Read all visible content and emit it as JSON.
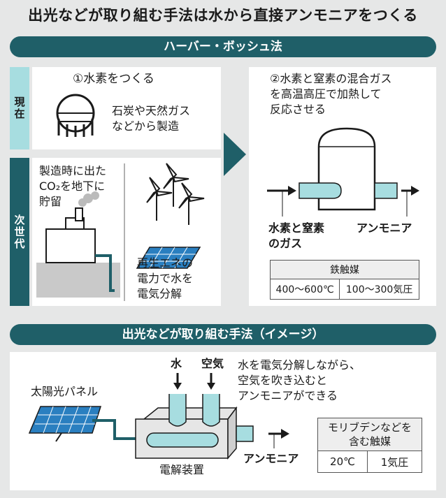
{
  "title": "出光などが取り組む手法は水から直接アンモニアをつくる",
  "top_banner": "ハーバー・ボッシュ法",
  "bottom_banner": "出光などが取り組む手法（イメージ）",
  "rows": {
    "current": "現在",
    "next": "次世代"
  },
  "step1": {
    "heading": "①水素をつくる",
    "text_line1": "石炭や天然ガス",
    "text_line2": "などから製造"
  },
  "next_gen": {
    "ccs_line1": "製造時に出た",
    "ccs_line2": "CO₂を地下に",
    "ccs_line3": "貯留",
    "renew_line1": "再生エネの",
    "renew_line2": "電力で水を",
    "renew_line3": "電気分解"
  },
  "step2": {
    "line1": "②水素と窒素の混合ガス",
    "line2": "を高温高圧で加熱して",
    "line3": "反応させる",
    "input_line1": "水素と窒素",
    "input_line2": "のガス",
    "output": "アンモニア"
  },
  "catalyst_hb": {
    "header": "鉄触媒",
    "temp": "400〜600℃",
    "pressure": "100〜300気圧"
  },
  "new_method": {
    "panel_label": "太陽光パネル",
    "water": "水",
    "air": "空気",
    "desc_line1": "水を電気分解しながら、",
    "desc_line2": "空気を吹き込むと",
    "desc_line3": "アンモニアができる",
    "device": "電解装置",
    "output": "アンモニア"
  },
  "catalyst_new": {
    "header_line1": "モリブデンなどを",
    "header_line2": "含む触媒",
    "temp": "20℃",
    "pressure": "1気圧"
  },
  "colors": {
    "teal": "#1f5f68",
    "pale_blue": "#a7dde0",
    "panel_blue": "#2a7fc0"
  }
}
